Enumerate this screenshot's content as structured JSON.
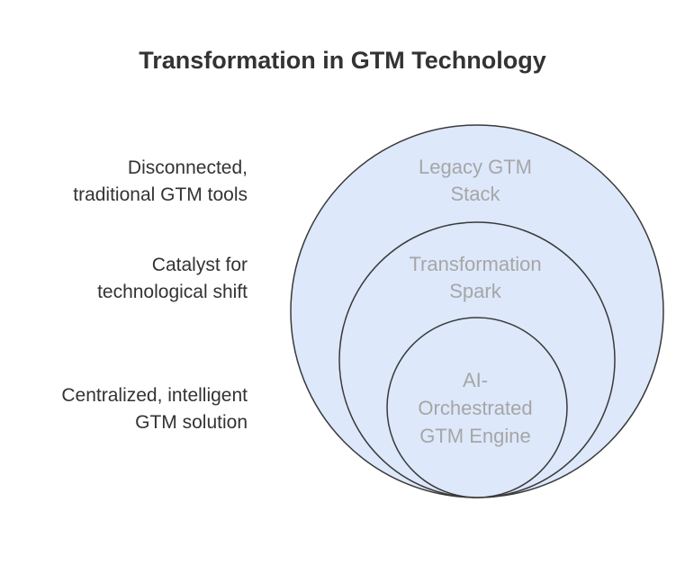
{
  "title": "Transformation in GTM Technology",
  "colors": {
    "circle_fill": "#dde8fb",
    "circle_stroke": "#3a3a3a",
    "label_text": "#a6a6a6",
    "desc_text": "#333333"
  },
  "layers": [
    {
      "label_lines": [
        "Legacy GTM",
        "Stack"
      ],
      "description_lines": [
        "Disconnected,",
        "traditional GTM tools"
      ]
    },
    {
      "label_lines": [
        "Transformation",
        "Spark"
      ],
      "description_lines": [
        "Catalyst for",
        "technological shift"
      ]
    },
    {
      "label_lines": [
        "AI-",
        "Orchestrated",
        "GTM Engine"
      ],
      "description_lines": [
        "Centralized, intelligent",
        "GTM solution"
      ]
    }
  ]
}
